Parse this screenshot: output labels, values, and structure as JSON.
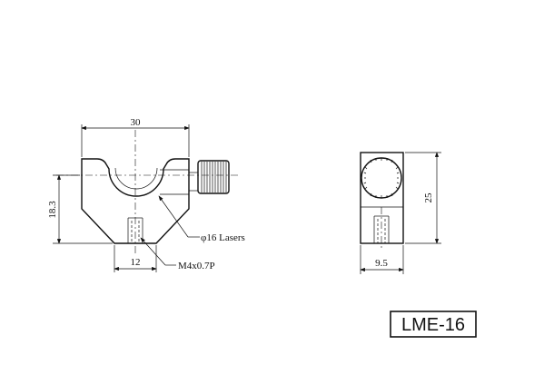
{
  "diagram": {
    "dimensions": {
      "front_width": "30",
      "front_height": "18.3",
      "front_slot": "12",
      "side_height": "25",
      "side_width": "9.5"
    },
    "labels": {
      "bore": "φ16 Lasers",
      "thread": "M4x0.7P"
    },
    "model": "LME-16"
  }
}
